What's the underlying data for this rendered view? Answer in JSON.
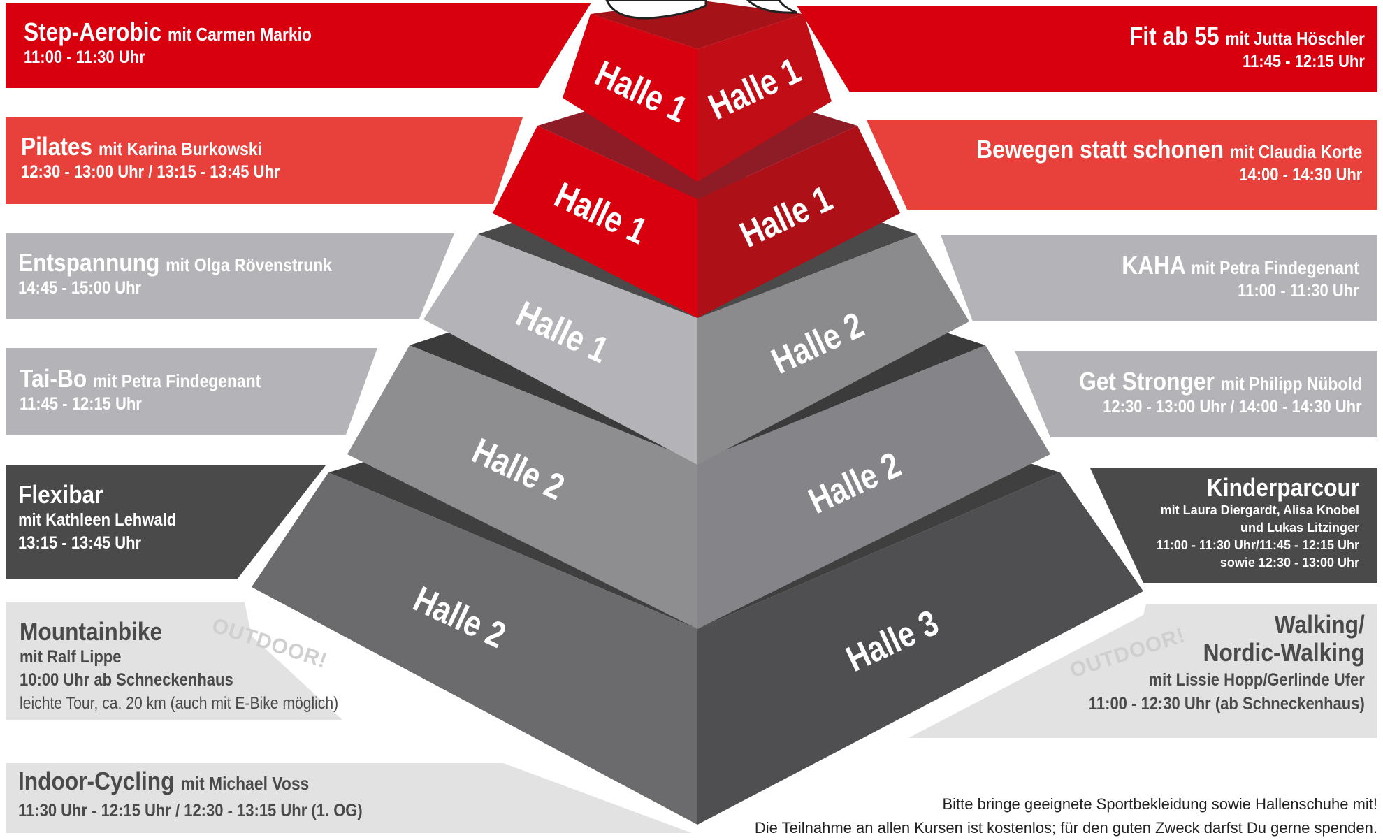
{
  "colors": {
    "red_dark": "#d8000f",
    "red_light": "#e8403a",
    "grey_mid": "#b4b4b8",
    "grey_dark": "#4a4a4a",
    "grey_light": "#e2e2e2"
  },
  "left_courses": [
    {
      "title": "Step-Aerobic",
      "with": "mit Carmen Markio",
      "time": "11:00 - 11:30 Uhr"
    },
    {
      "title": "Pilates",
      "with": "mit Karina Burkowski",
      "time": "12:30 - 13:00 Uhr / 13:15 - 13:45 Uhr"
    },
    {
      "title": "Entspannung",
      "with": "mit Olga Rövenstrunk",
      "time": "14:45 - 15:00 Uhr"
    },
    {
      "title": "Tai-Bo",
      "with": "mit Petra Findegenant",
      "time": "11:45 - 12:15 Uhr"
    },
    {
      "title": "Flexibar",
      "with": "mit Kathleen Lehwald",
      "time": "13:15 - 13:45 Uhr"
    },
    {
      "title": "Mountainbike",
      "with": "mit Ralf Lippe",
      "time": "10:00 Uhr ab Schneckenhaus",
      "extra": "leichte Tour, ca. 20 km (auch mit E-Bike möglich)",
      "tag": "OUTDOOR!"
    },
    {
      "title": "Indoor-Cycling",
      "with": "mit Michael Voss",
      "time": "11:30 Uhr - 12:15 Uhr / 12:30 - 13:15 Uhr (1. OG)"
    }
  ],
  "right_courses": [
    {
      "title": "Fit ab 55",
      "with": "mit Jutta Höschler",
      "time": "11:45 - 12:15 Uhr"
    },
    {
      "title": "Bewegen statt schonen",
      "with": "mit Claudia Korte",
      "time": "14:00 - 14:30 Uhr"
    },
    {
      "title": "KAHA",
      "with": "mit Petra Findegenant",
      "time": "11:00 - 11:30 Uhr"
    },
    {
      "title": "Get Stronger",
      "with": "mit Philipp Nübold",
      "time": "12:30 - 13:00 Uhr / 14:00 - 14:30 Uhr"
    },
    {
      "title": "Kinderparcour",
      "line1": "mit Laura Diergardt, Alisa Knobel",
      "line2": "und Lukas Litzinger",
      "line3": "11:00 - 11:30 Uhr/11:45 - 12:15 Uhr",
      "line4": "sowie 12:30 - 13:00 Uhr"
    },
    {
      "title1": "Walking/",
      "title2": "Nordic-Walking",
      "with": "mit Lissie Hopp/Gerlinde Ufer",
      "time": "11:00 - 12:30 Uhr (ab Schneckenhaus)",
      "tag": "OUTDOOR!"
    }
  ],
  "pyramid_labels": {
    "l1_left": "Halle 1",
    "l1_right": "Halle 1",
    "l2_left": "Halle 1",
    "l2_right": "Halle 1",
    "l3_left": "Halle 1",
    "l3_right": "Halle 2",
    "l4_left": "Halle 2",
    "l4_right": "Halle 2",
    "l5_left": "Halle 2",
    "l5_right": "Halle 3"
  },
  "notes": {
    "line1": "Bitte bringe geeignete Sportbekleidung sowie Hallenschuhe mit!",
    "line2": "Die Teilnahme an allen Kursen ist kostenlos; für den guten Zweck darfst Du gerne spenden."
  }
}
